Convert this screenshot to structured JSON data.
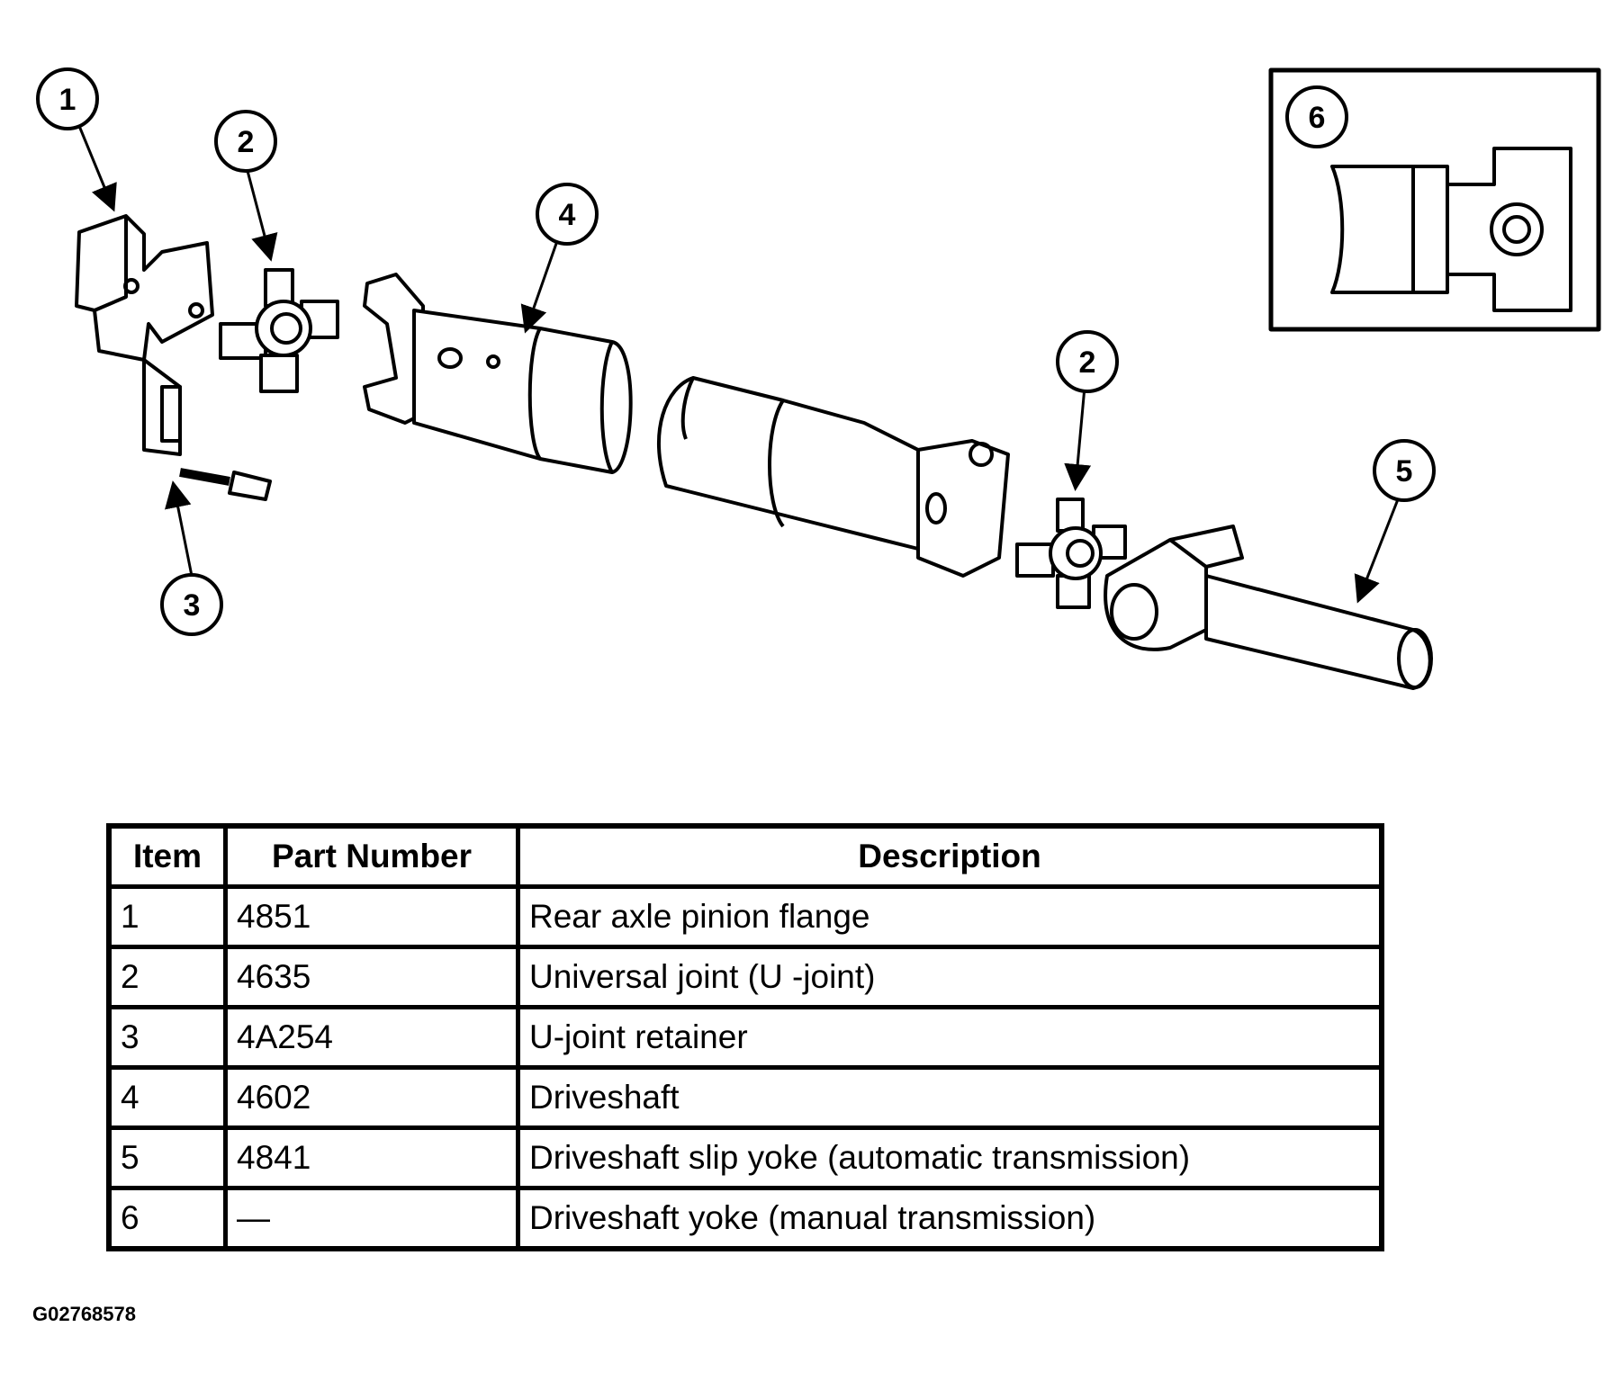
{
  "callouts": [
    "1",
    "2",
    "3",
    "4",
    "2",
    "5",
    "6"
  ],
  "table": {
    "headers": {
      "item": "Item",
      "part_number": "Part Number",
      "description": "Description"
    },
    "rows": [
      {
        "item": "1",
        "part_number": "4851",
        "description": "Rear axle pinion flange"
      },
      {
        "item": "2",
        "part_number": "4635",
        "description": "Universal joint (U -joint)"
      },
      {
        "item": "3",
        "part_number": "4A254",
        "description": "U-joint retainer"
      },
      {
        "item": "4",
        "part_number": "4602",
        "description": "Driveshaft"
      },
      {
        "item": "5",
        "part_number": "4841",
        "description": "Driveshaft slip yoke (automatic transmission)"
      },
      {
        "item": "6",
        "part_number": "—",
        "description": "Driveshaft yoke (manual transmission)"
      }
    ]
  },
  "figure_id": "G02768578"
}
